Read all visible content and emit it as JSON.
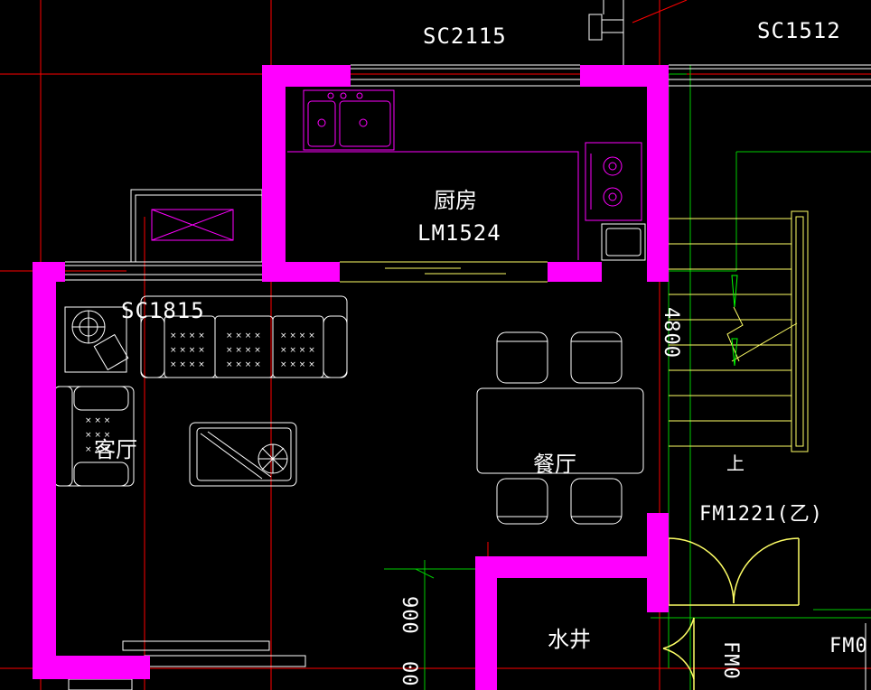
{
  "colors": {
    "background": "#000000",
    "wall": "#ff00ff",
    "axis": "#ff0000",
    "dimension": "#00ff00",
    "furniture": "#ffffff",
    "stair": "#ffff66",
    "window": "#ffffff"
  },
  "window_labels": {
    "top_window": "SC2115",
    "top_right_window": "SC1512",
    "living_window": "SC1815"
  },
  "rooms": {
    "kitchen": "厨房",
    "kitchen_door": "LM1524",
    "living": "客厅",
    "dining": "餐厅",
    "shaft": "水井"
  },
  "doors": {
    "fire_door": "FM1221(乙)",
    "fire_door_partial_bottom": "FM0",
    "fire_door_partial_right": "FM0"
  },
  "dimensions": {
    "corridor_length": "4800",
    "shaft_dim_upper": "900",
    "shaft_dim_lower": "00"
  },
  "stair": {
    "up_label": "上"
  }
}
